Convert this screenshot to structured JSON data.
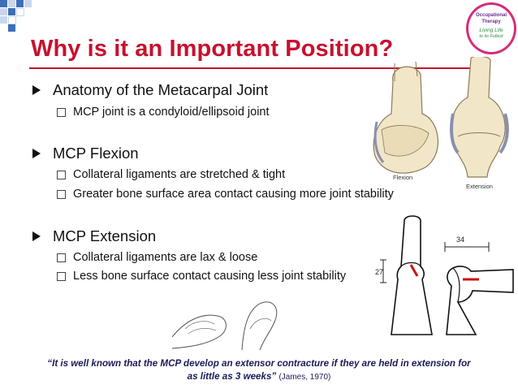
{
  "slide": {
    "title": "Why is it an Important Position?",
    "sections": [
      {
        "heading": "Anatomy of the Metacarpal Joint",
        "items": [
          "MCP joint is a condyloid/ellipsoid joint"
        ]
      },
      {
        "heading": "MCP Flexion",
        "items": [
          "Collateral ligaments are stretched & tight",
          "Greater bone surface area contact causing more joint stability"
        ]
      },
      {
        "heading": "MCP Extension",
        "items": [
          "Collateral ligaments are lax & loose",
          "Less bone surface contact causing less joint stability"
        ]
      }
    ],
    "figure_labels": {
      "flexion": "Flexion",
      "extension": "Extension"
    },
    "quote": {
      "open": "“",
      "text": "It is well known that the MCP develop an extensor contracture if they are held in extension for as little as 3 weeks",
      "close": "”",
      "citation": "(James, 1970)"
    },
    "logo": {
      "lines": [
        "Occupational",
        "Therapy",
        "Living Life",
        "to its Fullest"
      ]
    }
  },
  "colors": {
    "title": "#c8102e",
    "accent_blue": "#3d6fb8",
    "quote": "#1a1a5a",
    "logo_ring": "#d62d7a"
  }
}
